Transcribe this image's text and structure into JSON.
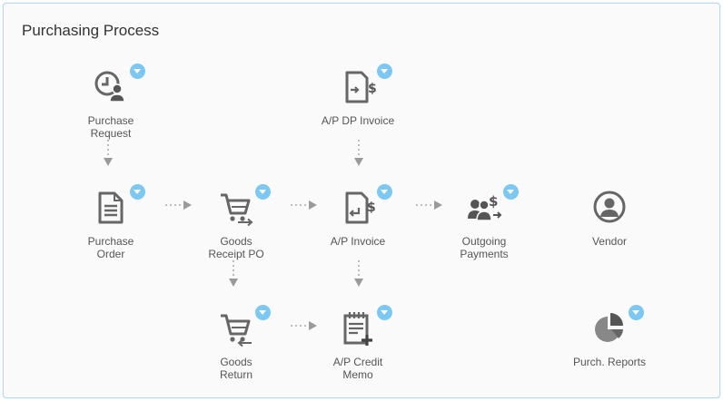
{
  "title": "Purchasing Process",
  "nodes": {
    "purchase_request": {
      "label": "Purchase\nRequest",
      "icon": "purchase-request-icon"
    },
    "ap_dp_invoice": {
      "label": "A/P DP Invoice",
      "icon": "ap-dp-invoice-icon"
    },
    "purchase_order": {
      "label": "Purchase\nOrder",
      "icon": "purchase-order-icon"
    },
    "goods_receipt_po": {
      "label": "Goods\nReceipt PO",
      "icon": "goods-receipt-cart-icon"
    },
    "ap_invoice": {
      "label": "A/P Invoice",
      "icon": "ap-invoice-icon"
    },
    "outgoing_payments": {
      "label": "Outgoing\nPayments",
      "icon": "outgoing-payments-icon"
    },
    "vendor": {
      "label": "Vendor",
      "icon": "vendor-icon"
    },
    "goods_return": {
      "label": "Goods\nReturn",
      "icon": "goods-return-cart-icon"
    },
    "ap_credit_memo": {
      "label": "A/P Credit\nMemo",
      "icon": "ap-credit-memo-icon"
    },
    "purch_reports": {
      "label": "Purch. Reports",
      "icon": "pie-chart-icon"
    }
  },
  "colors": {
    "icon": "#666666",
    "badge": "#7cc8f2",
    "arrow": "#9a9a9a",
    "border": "#b9d8e8"
  }
}
